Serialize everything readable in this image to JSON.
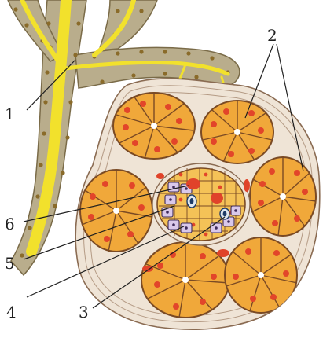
{
  "diagram": {
    "callouts": [
      {
        "id": "1",
        "text": "1"
      },
      {
        "id": "2",
        "text": "2"
      },
      {
        "id": "3",
        "text": "3"
      },
      {
        "id": "4",
        "text": "4"
      },
      {
        "id": "5",
        "text": "5"
      },
      {
        "id": "6",
        "text": "6"
      }
    ]
  },
  "colors": {
    "background": "#ffffff",
    "duct_lumen": "#f2e12c",
    "duct_epithelium": "#b9ad8c",
    "acinus_cell": "#f0a83a",
    "acinus_nucleus": "#e2452a",
    "islet_alpha_cell": "#d9c8ea",
    "islet_beta_cell": "#f4c257",
    "capillary_blood": "#e0432a",
    "connective_tissue": "#efe4d6",
    "outline": "#7a4a24"
  }
}
